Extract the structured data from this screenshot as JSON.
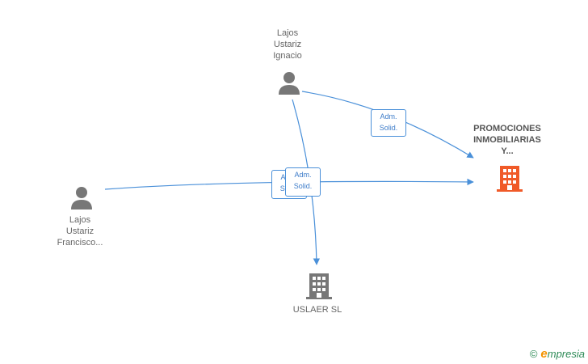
{
  "nodes": {
    "person_top": {
      "lines": [
        "Lajos",
        "Ustariz",
        "Ignacio"
      ],
      "kind": "person"
    },
    "person_left": {
      "lines": [
        "Lajos",
        "Ustariz",
        "Francisco..."
      ],
      "kind": "person"
    },
    "company_main": {
      "lines": [
        "PROMOCIONES",
        "INMOBILIARIAS",
        "Y..."
      ],
      "kind": "company",
      "color": "#f05a28"
    },
    "company_bottom": {
      "lines": [
        "USLAER SL"
      ],
      "kind": "company",
      "color": "#777777"
    }
  },
  "edges": {
    "top_to_main": {
      "lines": [
        "Adm.",
        "Solid."
      ]
    },
    "left_to_main": {
      "lines": [
        "Adm.",
        "Solid."
      ]
    },
    "top_to_bottom": {
      "lines": [
        "Adm.",
        "Solid."
      ]
    }
  },
  "colors": {
    "edge": "#4a90d9",
    "person_icon": "#777777"
  },
  "footer": {
    "copyright": "©",
    "brand_initial": "e",
    "brand_rest": "mpresia"
  }
}
